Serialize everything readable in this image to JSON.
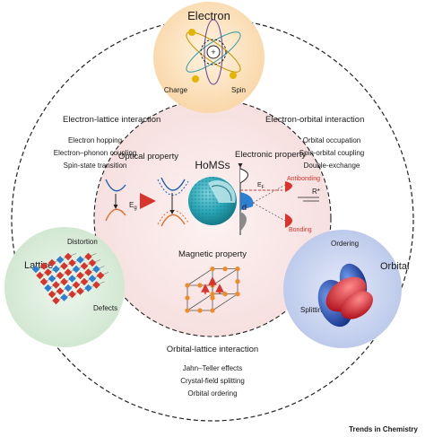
{
  "center": {
    "title": "HoMSs",
    "optical": "Optical property",
    "electronic": "Electronic property",
    "magnetic": "Magnetic property",
    "eg_main": "E",
    "eg_sub": "g",
    "ef_main": "E",
    "ef_sub": "F",
    "antibonding": "Antibonding",
    "bonding": "Bonding",
    "d_label": "d",
    "r_star": "R*"
  },
  "electron": {
    "title": "Electron",
    "charge": "Charge",
    "spin": "Spin",
    "nucleus_sign": "+"
  },
  "lattice": {
    "title": "Lattice",
    "distortion": "Distortion",
    "defects": "Defects"
  },
  "orbital": {
    "title": "Orbital",
    "ordering": "Ordering",
    "splitting": "Splitting"
  },
  "interactions": {
    "electron_lattice": {
      "title": "Electron-lattice interaction",
      "items": [
        "Electron hopping",
        "Electron–phonon coupling",
        "Spin-state transition"
      ]
    },
    "electron_orbital": {
      "title": "Electron-orbital interaction",
      "items": [
        "Orbital occupation",
        "Spin-orbital coupling",
        "Double-exchange"
      ]
    },
    "orbital_lattice": {
      "title": "Orbital-lattice interaction",
      "items": [
        "Jahn–Teller effects",
        "Crystal-field splitting",
        "Orbital ordering"
      ]
    }
  },
  "footer": {
    "brand": "Trends in Chemistry"
  },
  "colors": {
    "electron_fill": "#fce3c4",
    "lattice_fill": "#d9ecd9",
    "orbital_fill": "#c7d2ee",
    "core_fill": "#f9e6e6",
    "accent_red": "#d9342b",
    "accent_blue": "#1f5fb4",
    "lattice_red": "#d9342b",
    "lattice_blue": "#2f7fd1",
    "sphere": "#2aa6b6"
  }
}
